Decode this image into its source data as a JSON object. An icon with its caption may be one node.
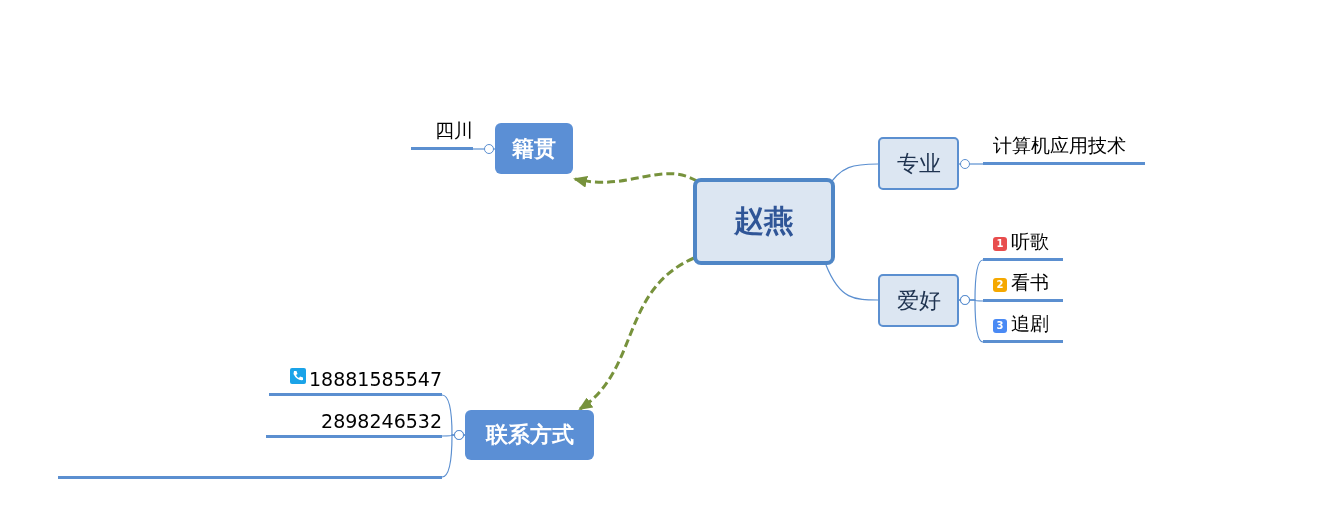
{
  "diagram": {
    "nodes": [
      {
        "text": [
          "赵燕"
        ]
      },
      {
        "text": [
          "籍贯"
        ]
      },
      {
        "text": [
          "四川"
        ]
      },
      {
        "text": [
          "专业"
        ]
      },
      {
        "text": [
          "计算机应用技术"
        ]
      },
      {
        "text": [
          "爱好"
        ]
      },
      {
        "text": [
          "1",
          "听歌"
        ]
      },
      {
        "text": [
          "2",
          "看书"
        ]
      },
      {
        "text": [
          "3",
          "追剧"
        ]
      },
      {
        "text": [
          "联系方式"
        ]
      },
      {
        "text": [
          "18881585547"
        ]
      },
      {
        "text": [
          "2898246532"
        ]
      },
      {
        "text": [],
        "shape": "bar"
      }
    ],
    "edges": [
      {
        "from": 0,
        "to": 1,
        "arrow": "to",
        "style": "dashed",
        "color": "#77923c"
      },
      {
        "from": 0,
        "to": 9,
        "arrow": "to",
        "style": "dashed",
        "color": "#77923c"
      },
      {
        "from": 0,
        "to": 3,
        "arrow": "none"
      },
      {
        "from": 0,
        "to": 5,
        "arrow": "none"
      },
      {
        "from": 1,
        "to": 2,
        "arrow": "other"
      },
      {
        "from": 3,
        "to": 4,
        "arrow": "other"
      },
      {
        "from": 5,
        "to": 6,
        "arrow": "other"
      },
      {
        "from": 5,
        "to": 7,
        "arrow": "other"
      },
      {
        "from": 5,
        "to": 8,
        "arrow": "other"
      },
      {
        "from": 9,
        "to": 10,
        "arrow": "other"
      },
      {
        "from": 9,
        "to": 11,
        "arrow": "other"
      },
      {
        "from": 9,
        "to": 12,
        "arrow": "other"
      }
    ]
  }
}
